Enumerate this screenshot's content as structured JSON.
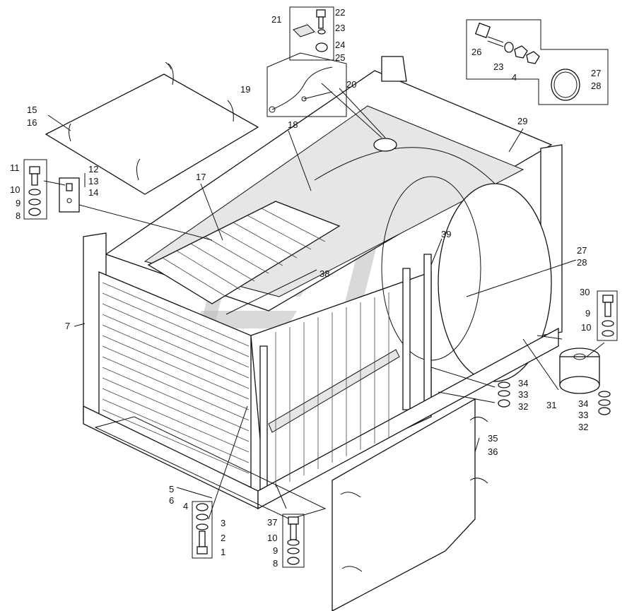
{
  "labels": {
    "l1": "1",
    "l2": "2",
    "l3": "3",
    "l4a": "4",
    "l4b": "4",
    "l5": "5",
    "l6": "6",
    "l7": "7",
    "l8a": "8",
    "l8b": "8",
    "l9a": "9",
    "l9b": "9",
    "l9c": "9",
    "l10a": "10",
    "l10b": "10",
    "l10c": "10",
    "l11": "11",
    "l12": "12",
    "l13": "13",
    "l14": "14",
    "l15": "15",
    "l16": "16",
    "l17": "17",
    "l18": "18",
    "l19": "19",
    "l20": "20",
    "l21": "21",
    "l22": "22",
    "l23a": "23",
    "l23b": "23",
    "l24": "24",
    "l25": "25",
    "l26": "26",
    "l27a": "27",
    "l28a": "28",
    "l27b": "27",
    "l28b": "28",
    "l29": "29",
    "l30": "30",
    "l31": "31",
    "l32a": "32",
    "l33a": "33",
    "l34a": "34",
    "l32b": "32",
    "l33b": "33",
    "l34b": "34",
    "l35": "35",
    "l36": "36",
    "l37": "37",
    "l38": "38",
    "l39": "39"
  }
}
